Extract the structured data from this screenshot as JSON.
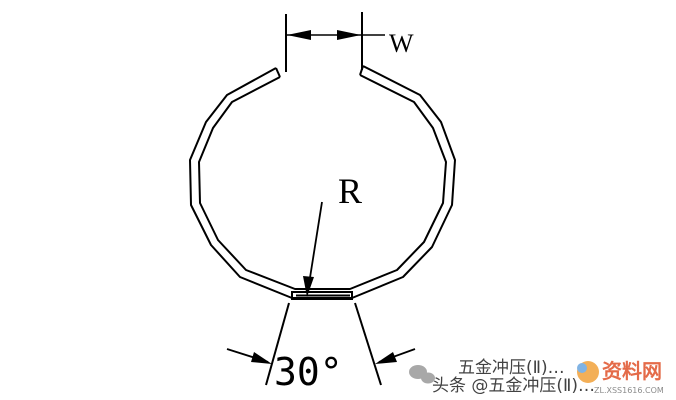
{
  "labels": {
    "width": "W",
    "radius": "R",
    "angle": "30°"
  },
  "watermark": {
    "account_line1": "五金冲压(Ⅱ)…",
    "account_line2": "头条 @五金冲压(Ⅱ)…",
    "logo_text": "资料网",
    "logo_url": "ZL.XSS1616.COM"
  },
  "colors": {
    "line": "#000000",
    "watermark_logo": "#e0522a"
  }
}
